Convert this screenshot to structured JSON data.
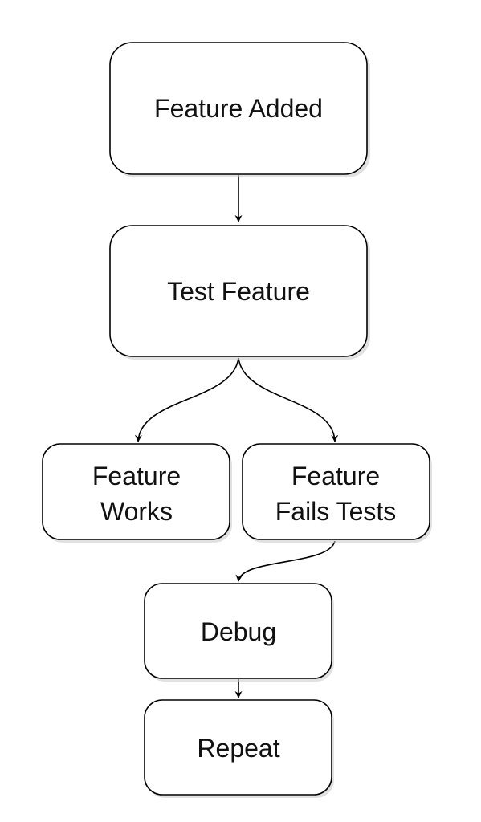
{
  "diagram": {
    "nodes": {
      "feature_added": {
        "line1": "Feature Added"
      },
      "test_feature": {
        "line1": "Test Feature"
      },
      "feature_works": {
        "line1": "Feature",
        "line2": "Works"
      },
      "feature_fails": {
        "line1": "Feature",
        "line2": "Fails Tests"
      },
      "debug": {
        "line1": "Debug"
      },
      "repeat": {
        "line1": "Repeat"
      }
    },
    "edges": [
      {
        "from": "Feature Added",
        "to": "Test Feature"
      },
      {
        "from": "Test Feature",
        "to": "Feature Works"
      },
      {
        "from": "Test Feature",
        "to": "Feature Fails Tests"
      },
      {
        "from": "Feature Fails Tests",
        "to": "Debug"
      },
      {
        "from": "Debug",
        "to": "Repeat"
      }
    ]
  }
}
